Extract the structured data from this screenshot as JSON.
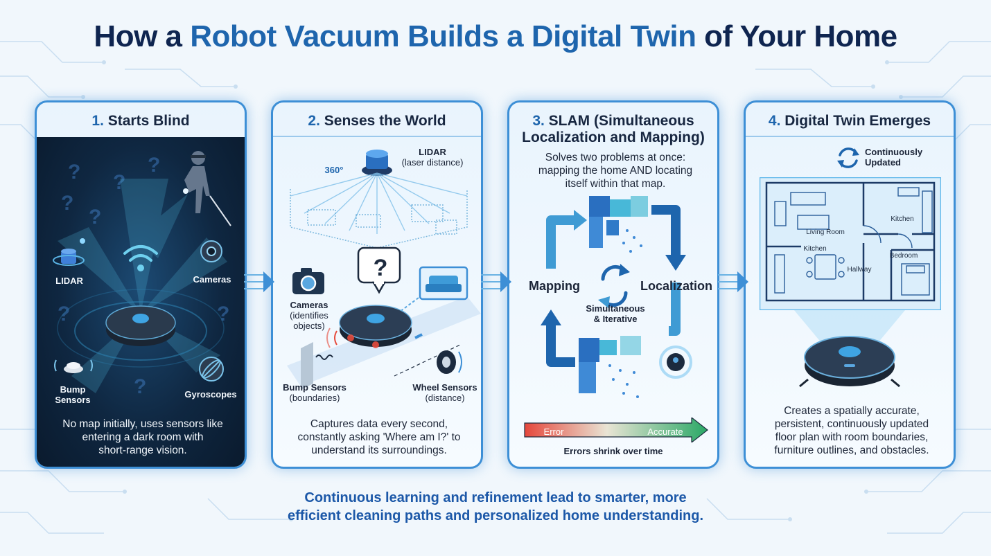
{
  "title": {
    "part1": "How a ",
    "part2": "Robot Vacuum Builds a Digital Twin",
    "part3": " of Your Home"
  },
  "colors": {
    "accent": "#1e65ad",
    "dark": "#0f2550",
    "panel_border": "#3d8fd6",
    "error": "#e5473c",
    "accurate": "#2aa866"
  },
  "panels": [
    {
      "number": "1.",
      "title": "Starts Blind",
      "labels": {
        "lidar": "LIDAR",
        "cameras": "Cameras",
        "bump1": "Bump",
        "bump2": "Sensors",
        "gyro": "Gyroscopes"
      },
      "description_lines": [
        "No map initially, uses sensors like",
        "entering a dark room with",
        "short-range vision."
      ]
    },
    {
      "number": "2.",
      "title": "Senses the World",
      "labels": {
        "lidar": "LIDAR",
        "lidar_sub": "(laser distance)",
        "deg": "360°",
        "cameras": "Cameras",
        "cameras_sub1": "(identifies",
        "cameras_sub2": "objects)",
        "bump": "Bump Sensors",
        "bump_sub": "(boundaries)",
        "wheel": "Wheel Sensors",
        "wheel_sub": "(distance)",
        "question": "?"
      },
      "description_lines": [
        "Captures data every second,",
        "constantly asking 'Where am I?' to",
        "understand its surroundings."
      ]
    },
    {
      "number": "3.",
      "title_lines": [
        "SLAM (Simultaneous",
        "Localization and Mapping)"
      ],
      "intro_lines": [
        "Solves two problems at once:",
        "mapping the home AND locating",
        "itself within that map."
      ],
      "labels": {
        "mapping": "Mapping",
        "localization": "Localization",
        "center1": "Simultaneous",
        "center2": "& Iterative"
      },
      "bar": {
        "error": "Error",
        "accurate": "Accurate",
        "caption": "Errors shrink over time"
      }
    },
    {
      "number": "4.",
      "title": "Digital Twin Emerges",
      "badge_lines": [
        "Continuously",
        "Updated"
      ],
      "rooms": {
        "living": "Living Room",
        "kitchen_left": "Kitchen",
        "kitchen_right": "Kitchen",
        "bedroom": "Bedroom",
        "hallway": "Hallway"
      },
      "description_lines": [
        "Creates a spatially accurate,",
        "persistent, continuously updated",
        "floor plan with room boundaries,",
        "furniture outlines, and obstacles."
      ]
    }
  ],
  "footer_lines": [
    "Continuous learning and refinement lead to smarter, more",
    "efficient cleaning paths and personalized home understanding."
  ]
}
